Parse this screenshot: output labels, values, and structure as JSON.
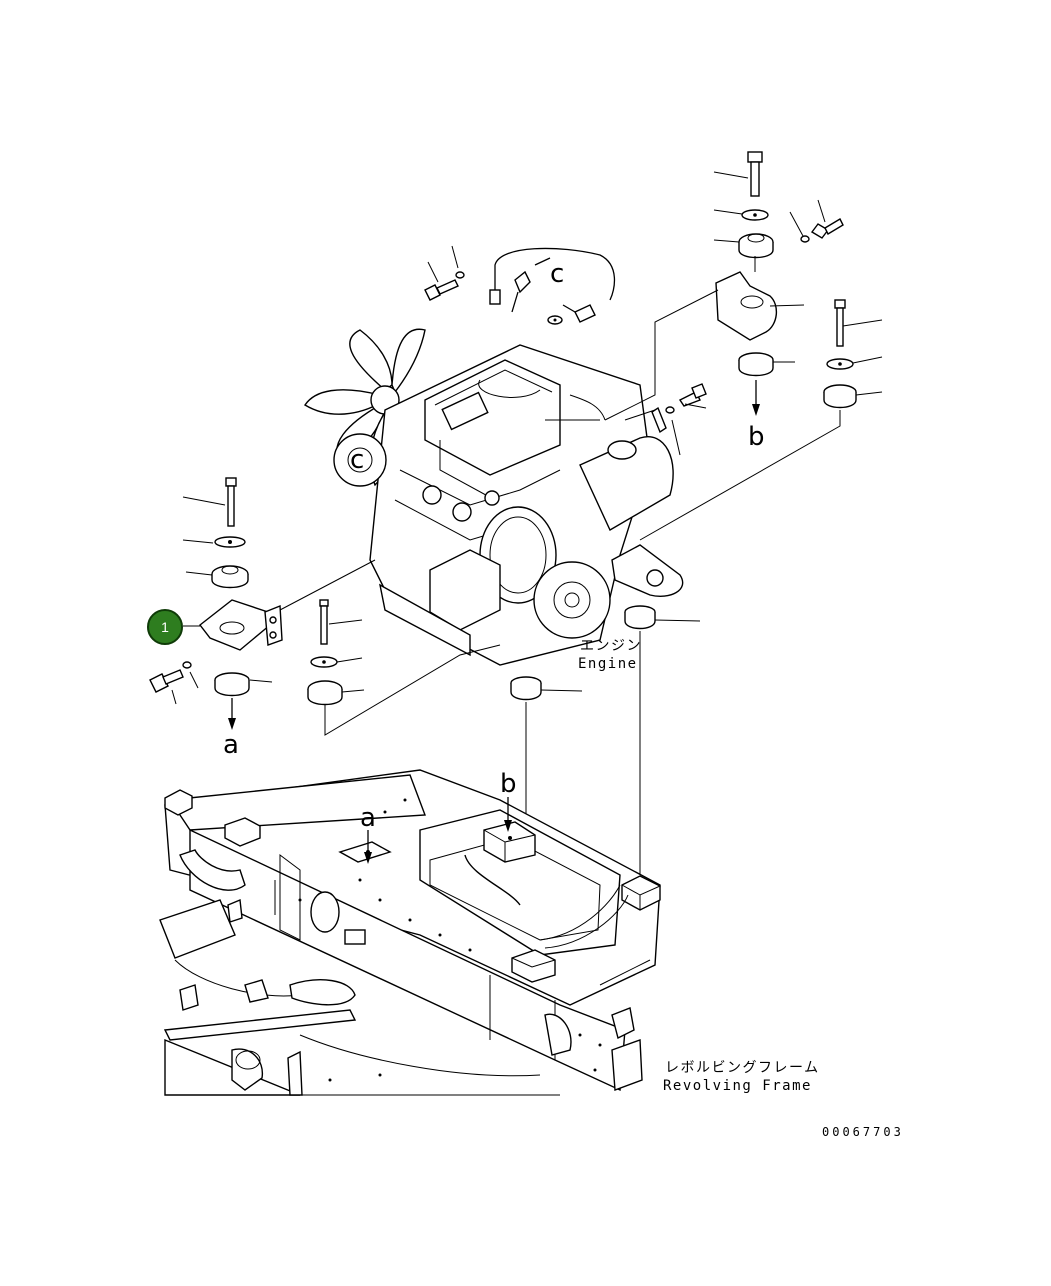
{
  "callouts": {
    "ref_a": "a",
    "ref_b": "b",
    "ref_c": "c"
  },
  "labels": {
    "engine_jp": "エンジン",
    "engine_en": "Engine",
    "frame_jp": "レボルビングフレーム",
    "frame_en": "Revolving Frame"
  },
  "part_badge": "1",
  "drawing_code": "00067703",
  "colors": {
    "line": "#000000",
    "badge": "#2e7d1f"
  }
}
